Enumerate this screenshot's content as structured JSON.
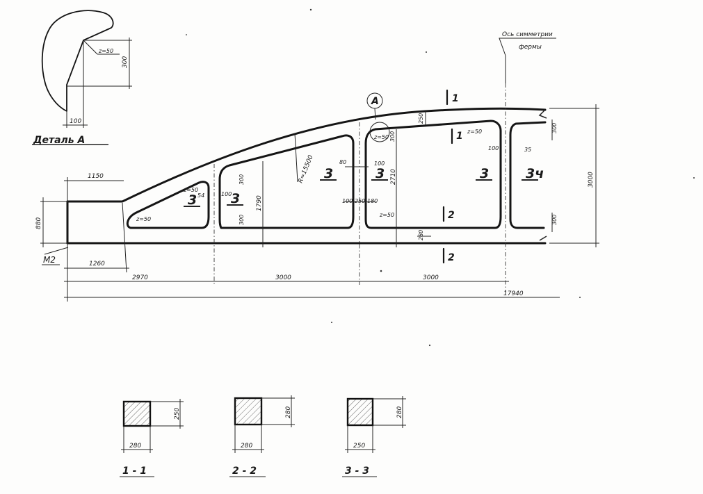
{
  "detail": {
    "title": "Деталь А",
    "dims": {
      "z": "z=50",
      "h": "300",
      "w": "100"
    }
  },
  "symmetry_axis": {
    "line1": "Ось симметрии",
    "line2": "фермы"
  },
  "callout": "А",
  "section_marks": {
    "s1": "1",
    "s2": "2"
  },
  "truss_labels": {
    "radius": "R=15500",
    "z50": "z=50",
    "d1150": "1150",
    "d880": "880",
    "m2": "M2",
    "d1260": "1260",
    "d2970": "2970",
    "d3000a": "3000",
    "d3000b": "3000",
    "d17940": "17940",
    "d3000h": "3000",
    "d2710": "2710",
    "d1790": "1790",
    "d300": "300",
    "d100": "100",
    "d80": "80",
    "d250": "250",
    "d180": "180",
    "d280": "280",
    "d54": "54",
    "d35": "35",
    "panel": "3",
    "panel4": "3ч"
  },
  "sections": [
    {
      "label": "1 - 1",
      "width": "280",
      "height": "250"
    },
    {
      "label": "2 - 2",
      "width": "280",
      "height": "280"
    },
    {
      "label": "3 - 3",
      "width": "250",
      "height": "280"
    }
  ]
}
